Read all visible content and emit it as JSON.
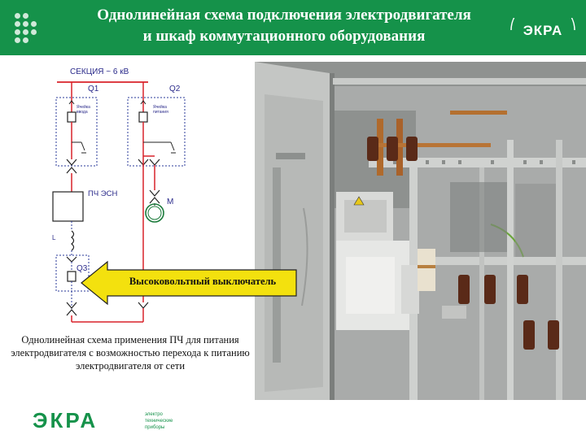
{
  "header": {
    "title_line1": "Однолинейная схема подключения электродвигателя",
    "title_line2": "и шкаф коммутационного оборудования",
    "logo_text": "ЭКРА"
  },
  "diagram": {
    "section_label": "СЕКЦИЯ ~ 6 кВ",
    "q1_label": "Q1",
    "q2_label": "Q2",
    "q3_label": "Q3",
    "cell1_label": "Ячейка ввода",
    "cell2_label": "Ячейка питания",
    "vfd_label": "ПЧ ЭСН",
    "motor_label": "М",
    "reactor_label": "L"
  },
  "callout": {
    "text": "Высоковольтный выключатель"
  },
  "caption": {
    "text": "Однолинейная схема применения ПЧ для питания электродвигателя с возможностью перехода к питанию электродвигателя от сети"
  },
  "footer": {
    "logo_text": "ЭКРА",
    "tagline_line1": "электро",
    "tagline_line2": "технические",
    "tagline_line3": "приборы"
  },
  "colors": {
    "brand_green": "#15924a",
    "line_red": "#d8222a",
    "diagram_blue": "#2a3a9a",
    "callout_yellow": "#f3e10e"
  }
}
